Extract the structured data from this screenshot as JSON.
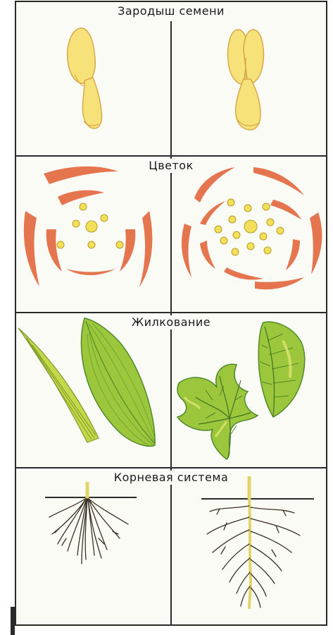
{
  "sections": [
    {
      "title": "Зародыш семени"
    },
    {
      "title": "Цветок"
    },
    {
      "title": "Жилкование"
    },
    {
      "title": "Корневая система"
    }
  ],
  "colors": {
    "page": "#fbfbf6",
    "frame": "#2b2b2b",
    "seed_yellow": "#f7e27a",
    "seed_outline": "#d7a84a",
    "petal": "#e5754f",
    "petal_light": "#f3a081",
    "stamen": "#f2e05a",
    "leaf_green": "#9cc63b",
    "leaf_dark": "#4f8a2a",
    "leaf_yellow": "#e8ea7a",
    "root": "#3a2f24",
    "stem": "#e3d46a"
  },
  "icons": [
    "monocot-embryo-icon",
    "dicot-embryo-icon",
    "trimerous-flower-icon",
    "pentamerous-flower-icon",
    "parallel-venation-icon",
    "net-venation-icon",
    "fibrous-root-icon",
    "taproot-icon"
  ]
}
